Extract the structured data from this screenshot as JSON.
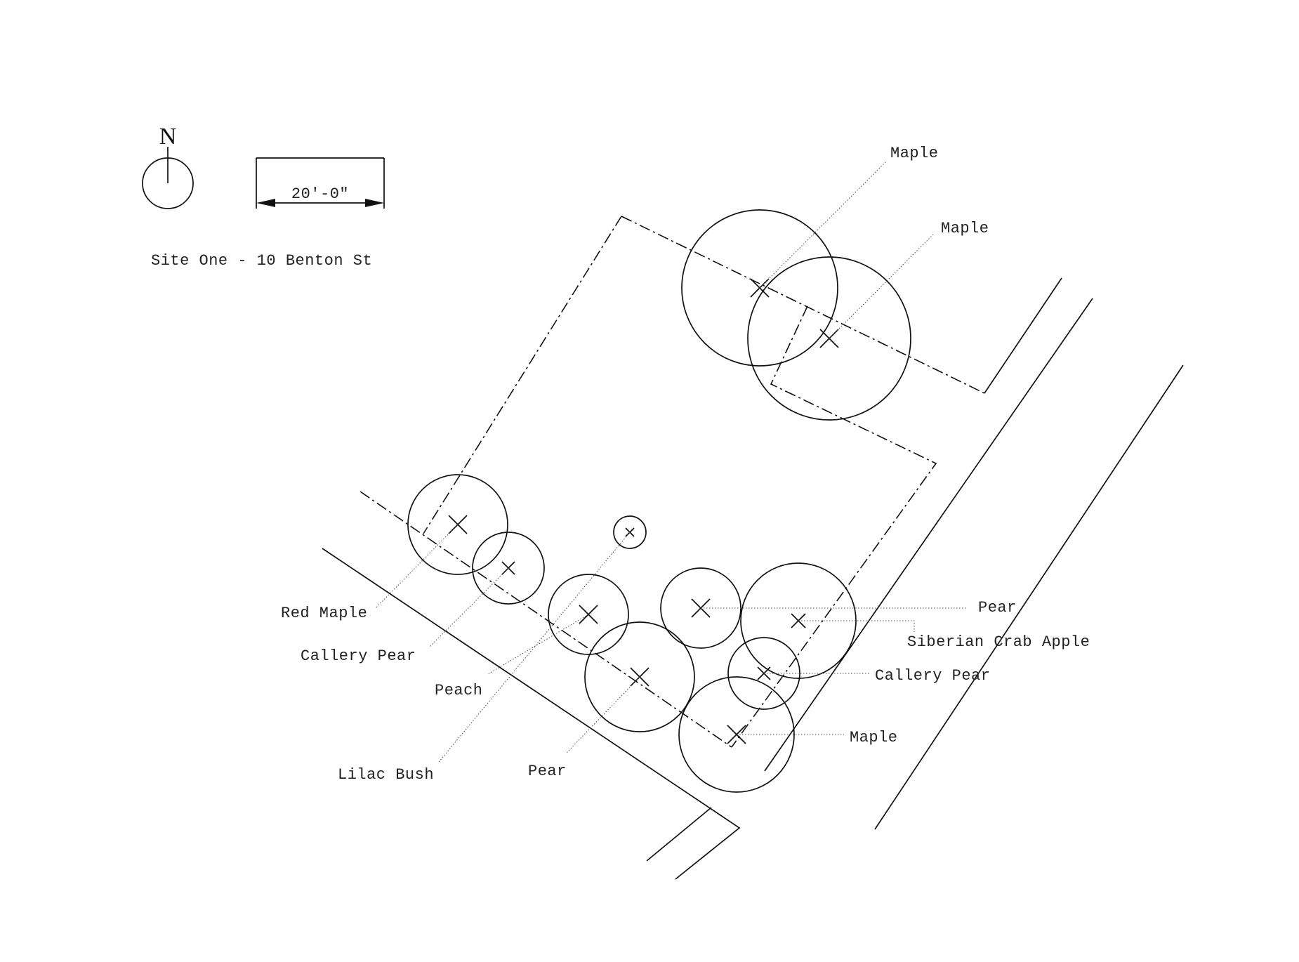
{
  "north_label": "N",
  "scale_bar_label": "20'-0\"",
  "site_title": "Site One - 10 Benton St",
  "trees": [
    {
      "id": "maple-1",
      "label": "Maple"
    },
    {
      "id": "maple-2",
      "label": "Maple"
    },
    {
      "id": "red-maple",
      "label": "Red Maple"
    },
    {
      "id": "callery-pear-1",
      "label": "Callery Pear"
    },
    {
      "id": "lilac-bush",
      "label": "Lilac Bush"
    },
    {
      "id": "peach",
      "label": "Peach"
    },
    {
      "id": "pear-1",
      "label": "Pear"
    },
    {
      "id": "pear-2",
      "label": "Pear"
    },
    {
      "id": "siberian-crab-apple",
      "label": "Siberian Crab Apple"
    },
    {
      "id": "callery-pear-2",
      "label": "Callery Pear"
    },
    {
      "id": "maple-3",
      "label": "Maple"
    }
  ]
}
